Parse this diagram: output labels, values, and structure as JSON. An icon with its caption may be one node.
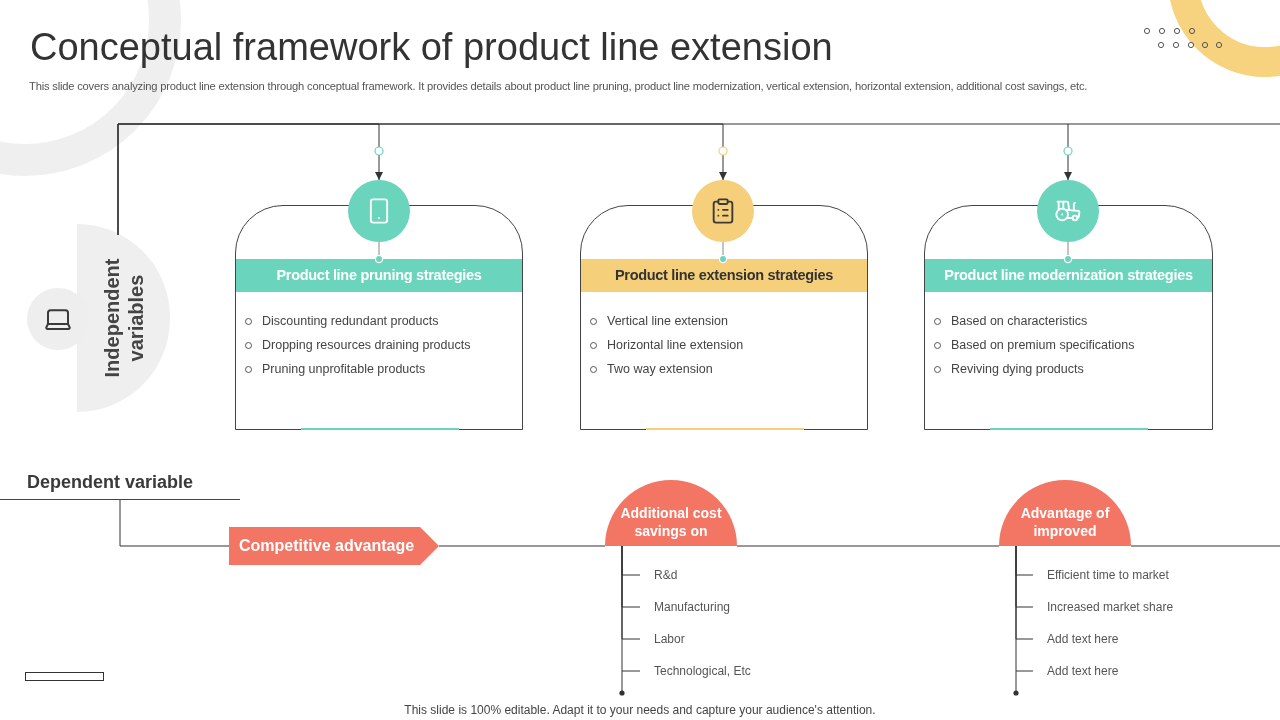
{
  "diagram": {
    "title": "Conceptual framework of product line extension",
    "caption": "This slide is 100% editable. Adapt it to your needs and capture your audience's attention.",
    "labels": [
      "This slide covers analyzing product line extension through conceptual framework. It provides details about product line pruning, product line modernization, vertical extension, horizontal extension, additional cost savings, etc."
    ],
    "nodes": [
      {
        "text": [
          "Independent variables"
        ]
      },
      {
        "text": [],
        "shape": "circle"
      },
      {
        "text": [],
        "shape": "circle"
      },
      {
        "text": [],
        "shape": "circle"
      },
      {
        "text": [
          "Product line pruning strategies",
          "Discounting redundant products",
          "Dropping resources draining products",
          "Pruning unprofitable products"
        ]
      },
      {
        "text": [
          "Product line extension strategies",
          "Vertical line extension",
          "Horizontal line extension",
          "Two way extension"
        ]
      },
      {
        "text": [
          "Product line modernization strategies",
          "Based on characteristics",
          "Based on premium specifications",
          "Reviving dying products"
        ]
      },
      {
        "text": [
          "Dependent variable"
        ]
      },
      {
        "text": [
          "Competitive advantage"
        ]
      },
      {
        "text": [
          "Additional cost savings on"
        ]
      },
      {
        "text": [
          "Advantage of improved"
        ]
      },
      {
        "text": [
          "R&d"
        ]
      },
      {
        "text": [
          "Manufacturing"
        ]
      },
      {
        "text": [
          "Labor"
        ]
      },
      {
        "text": [
          "Technological, Etc"
        ]
      },
      {
        "text": [
          "Efficient time to market"
        ]
      },
      {
        "text": [
          "Increased market share"
        ]
      },
      {
        "text": [
          "Add text here"
        ]
      },
      {
        "text": [
          "Add text here"
        ]
      }
    ],
    "edges": [
      {
        "from": 0,
        "to": 1,
        "arrow": "to"
      },
      {
        "from": 0,
        "to": 2,
        "arrow": "to"
      },
      {
        "from": 0,
        "to": 3,
        "arrow": "to"
      },
      {
        "from": 1,
        "to": 4,
        "arrow": "other"
      },
      {
        "from": 2,
        "to": 5,
        "arrow": "other"
      },
      {
        "from": 3,
        "to": 6,
        "arrow": "other"
      },
      {
        "from": 7,
        "to": 8,
        "arrow": "none"
      },
      {
        "from": 8,
        "to": 9,
        "arrow": "none"
      },
      {
        "from": 9,
        "to": 10,
        "arrow": "none"
      },
      {
        "from": 10,
        "to": null,
        "arrow": "none"
      },
      {
        "from": 9,
        "to": 11,
        "arrow": "none"
      },
      {
        "from": 9,
        "to": 12,
        "arrow": "none"
      },
      {
        "from": 9,
        "to": 13,
        "arrow": "none"
      },
      {
        "from": 9,
        "to": 14,
        "arrow": "none"
      },
      {
        "from": 10,
        "to": 15,
        "arrow": "none"
      },
      {
        "from": 10,
        "to": 16,
        "arrow": "none"
      },
      {
        "from": 10,
        "to": 17,
        "arrow": "none"
      },
      {
        "from": 10,
        "to": 18,
        "arrow": "none"
      }
    ]
  }
}
